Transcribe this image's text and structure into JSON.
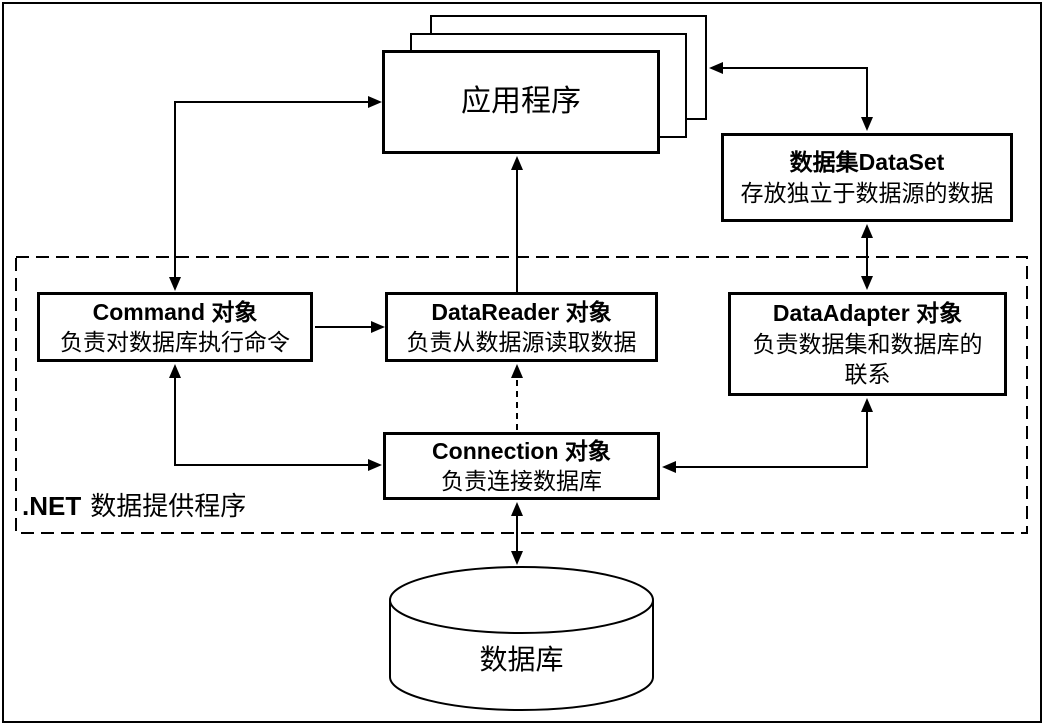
{
  "diagram": {
    "application": {
      "label": "应用程序"
    },
    "dataset": {
      "title": "数据集DataSet",
      "desc": "存放独立于数据源的数据"
    },
    "command": {
      "title": "Command 对象",
      "desc": "负责对数据库执行命令"
    },
    "datareader": {
      "title": "DataReader 对象",
      "desc": "负责从数据源读取数据"
    },
    "dataadapter": {
      "title": "DataAdapter 对象",
      "desc_line1": "负责数据集和数据库的",
      "desc_line2": "联系"
    },
    "connection": {
      "title": "Connection 对象",
      "desc": "负责连接数据库"
    },
    "provider": {
      "prefix": ".NET",
      "label": "数据提供程序"
    },
    "database": {
      "label": "数据库"
    },
    "colors": {
      "line": "#000000",
      "background": "#ffffff"
    }
  }
}
